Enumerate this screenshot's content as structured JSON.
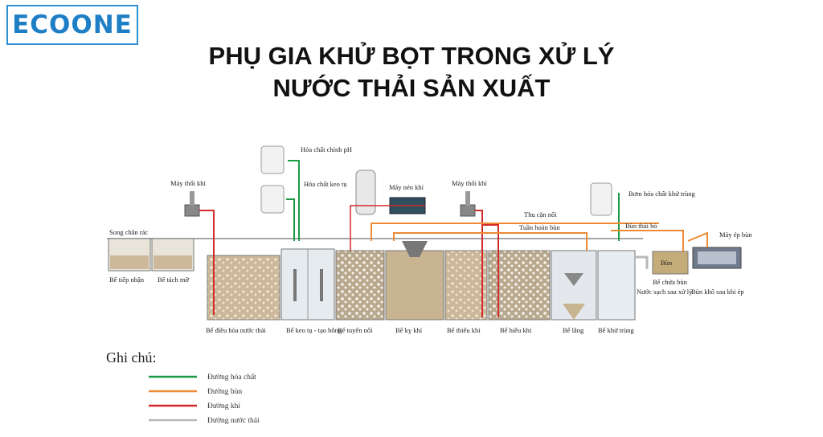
{
  "logo": {
    "text": "ECOONE",
    "accent": "#1f7fc6",
    "leaf": "#3dae3a"
  },
  "title": {
    "line1": "PHỤ GIA KHỬ BỌT TRONG XỬ LÝ",
    "line2": "NƯỚC THẢI SẢN XUẤT"
  },
  "equipment": {
    "may_thoi_khi_1": "Máy thổi khí",
    "hoa_chat_ph": "Hóa chất chỉnh pH",
    "hoa_chat_keo_tu": "Hóa chất keo tụ",
    "may_nen_khi": "Máy nén khí",
    "may_thoi_khi_2": "Máy thổi khí",
    "bom_hoa_chat": "Bơm hóa chất khử trùng",
    "may_ep_bun": "Máy ép bùn",
    "song_chan_rac": "Song chắn rác",
    "bun": "Bùn"
  },
  "lines": {
    "thu_can_noi": "Thu cặn nổi",
    "tuan_hoan_bun": "Tuần hoàn bùn",
    "bun_thai_bo": "Bùn thải bỏ"
  },
  "tanks": {
    "be_tiep_nhan": "Bể tiếp nhận",
    "be_tach_mo": "Bể tách mỡ",
    "be_dieu_hoa": "Bể điều hòa nước thải",
    "be_keo_tu": "Bể keo tụ - tạo bông",
    "be_tuyen_noi": "Bể tuyển nổi",
    "be_ky_khi": "Bể kỵ khí",
    "be_thieu_khi": "Bể thiếu khí",
    "be_hieu_khi": "Bể hiếu khí",
    "be_lang": "Bể lắng",
    "be_khu_trung": "Bể khử trùng",
    "be_chua_bun": "Bể chứa bùn",
    "bun_kho": "Bùn khô sau khi ép",
    "nuoc_sach": "Nước sạch sau xử lý"
  },
  "legend": {
    "title": "Ghi chú:",
    "items": [
      {
        "label": "Đường hóa chất",
        "color": "#1f9a47"
      },
      {
        "label": "Đường bùn",
        "color": "#ee8a35"
      },
      {
        "label": "Đường khí",
        "color": "#d32a2a"
      },
      {
        "label": "Đường nước thải",
        "color": "#b8b8b8"
      }
    ]
  },
  "colors": {
    "chemical": "#1f9a47",
    "sludge": "#ee8a35",
    "air": "#d32a2a",
    "water": "#b8b8b8"
  }
}
